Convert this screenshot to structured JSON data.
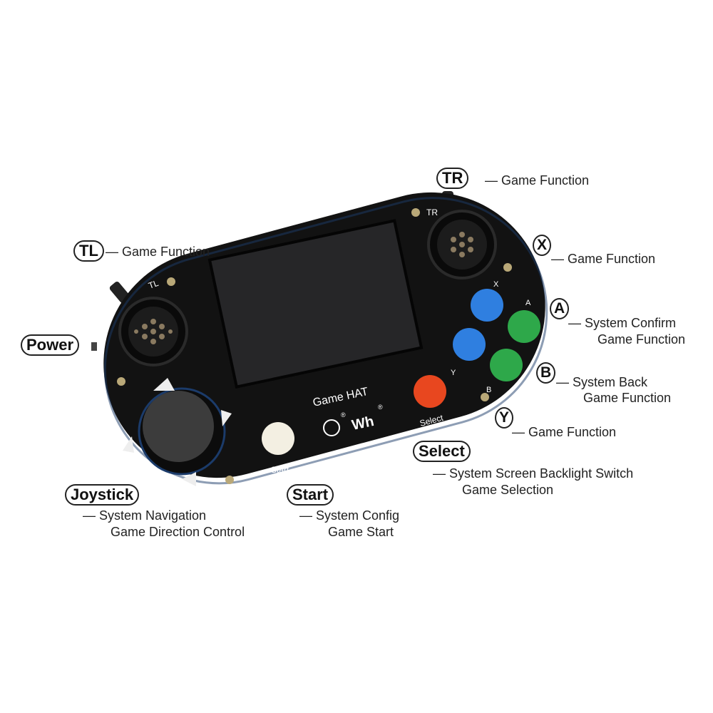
{
  "device": {
    "brand_text": "Game HAT",
    "logo_marks": [
      "®",
      "®"
    ],
    "logo_text": "Wh",
    "printed_labels": {
      "tl": "TL",
      "tr": "TR",
      "x": "X",
      "a": "A",
      "y": "Y",
      "b": "B",
      "select": "Select",
      "start": "Start"
    },
    "colors": {
      "body": "#111111",
      "x_button": "#2f7fe0",
      "y_button": "#2f7fe0",
      "a_button": "#2ea84a",
      "b_button": "#2ea84a",
      "select_button": "#e8471f",
      "start_button": "#f3efe2",
      "joystick": "#3a3a3a"
    }
  },
  "callouts": {
    "tr": {
      "key": "TR",
      "lines": [
        "— Game Function"
      ]
    },
    "tl": {
      "key": "TL",
      "lines": [
        "— Game Function"
      ]
    },
    "x": {
      "key": "X",
      "lines": [
        "— Game Function"
      ]
    },
    "power": {
      "key": "Power",
      "lines": []
    },
    "a": {
      "key": "A",
      "lines": [
        "— System Confirm",
        "Game Function"
      ]
    },
    "b": {
      "key": "B",
      "lines": [
        "— System Back",
        "Game Function"
      ]
    },
    "y": {
      "key": "Y",
      "lines": [
        "— Game Function"
      ]
    },
    "select": {
      "key": "Select",
      "lines": [
        "— System Screen Backlight Switch",
        "Game Selection"
      ]
    },
    "joystick": {
      "key": "Joystick",
      "lines": [
        "— System Navigation",
        "Game Direction Control"
      ]
    },
    "start": {
      "key": "Start",
      "lines": [
        "— System Config",
        "Game Start"
      ]
    }
  }
}
